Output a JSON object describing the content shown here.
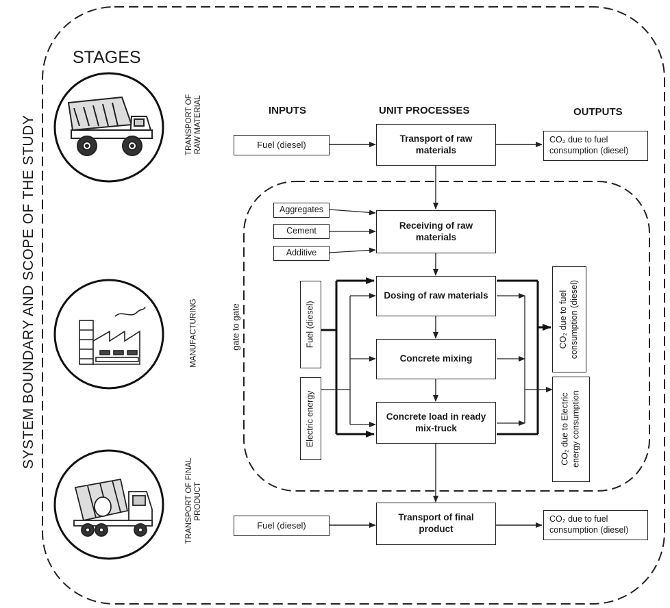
{
  "boundary_title": "SYSTEM BOUNDARY  AND SCOPE OF THE STUDY",
  "gate_label": "gate to gate",
  "stages_title": "STAGES",
  "stages": [
    {
      "label_line1": "TRANSPORT OF",
      "label_line2": "RAW MATERIAL",
      "icon": "dump-truck-icon"
    },
    {
      "label_line1": "MANUFACTURING",
      "label_line2": "",
      "icon": "factory-icon"
    },
    {
      "label_line1": "TRANSPORT OF FINAL",
      "label_line2": "PRODUCT",
      "icon": "mixer-truck-icon"
    }
  ],
  "headers": {
    "inputs": "INPUTS",
    "unit_processes": "UNIT PROCESSES",
    "outputs": "OUTPUTS"
  },
  "processes": {
    "transport_raw_1": "Transport of raw",
    "transport_raw_2": "materials",
    "receiving_1": "Receiving of raw",
    "receiving_2": "materials",
    "dosing": "Dosing of raw materials",
    "mixing": "Concrete mixing",
    "load_1": "Concrete load in ready",
    "load_2": "mix-truck",
    "transport_final_1": "Transport of final",
    "transport_final_2": "product"
  },
  "inputs": {
    "fuel_top": "Fuel (diesel)",
    "aggregates": "Aggregates",
    "cement": "Cement",
    "additive": "Additive",
    "fuel_vertical": "Fuel (diesel)",
    "electric_vertical": "Electric energy",
    "fuel_bottom": "Fuel (diesel)"
  },
  "outputs": {
    "co2_top_1": "CO₂ due to fuel",
    "co2_top_2": "consumption (diesel)",
    "co2_fuel_v_1": "CO₂ due to fuel",
    "co2_fuel_v_2": "consumption (diesel)",
    "co2_elec_v_1": "CO₂ due to Electric",
    "co2_elec_v_2": "energy consumption",
    "co2_bottom_1": "CO₂ due to fuel",
    "co2_bottom_2": "consumption (diesel)"
  }
}
